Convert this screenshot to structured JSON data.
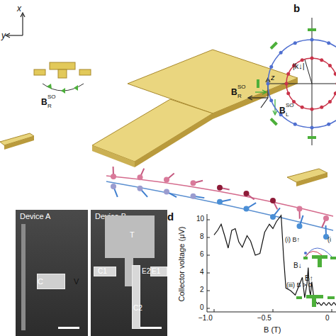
{
  "diagram": {
    "nodes": [
      {
        "text": [
          "Device A"
        ]
      },
      {
        "text": [
          "Device B"
        ]
      }
    ],
    "labels": [
      "x",
      "y",
      "B",
      "R",
      "SO",
      "B",
      "R",
      "SO",
      "z",
      "B",
      "L",
      "SO",
      "b",
      "|k↓|",
      "C",
      "V",
      "T",
      "C1",
      "C2",
      "E2",
      "E1",
      "d",
      "Collector voltage (μV)",
      "B (T)",
      "0",
      "2",
      "4",
      "6",
      "8",
      "10",
      "−1.0",
      "−0.5",
      "0",
      "B↓",
      "B↑",
      "(i) B↑",
      "(i",
      "(iii) B > 0"
    ]
  }
}
